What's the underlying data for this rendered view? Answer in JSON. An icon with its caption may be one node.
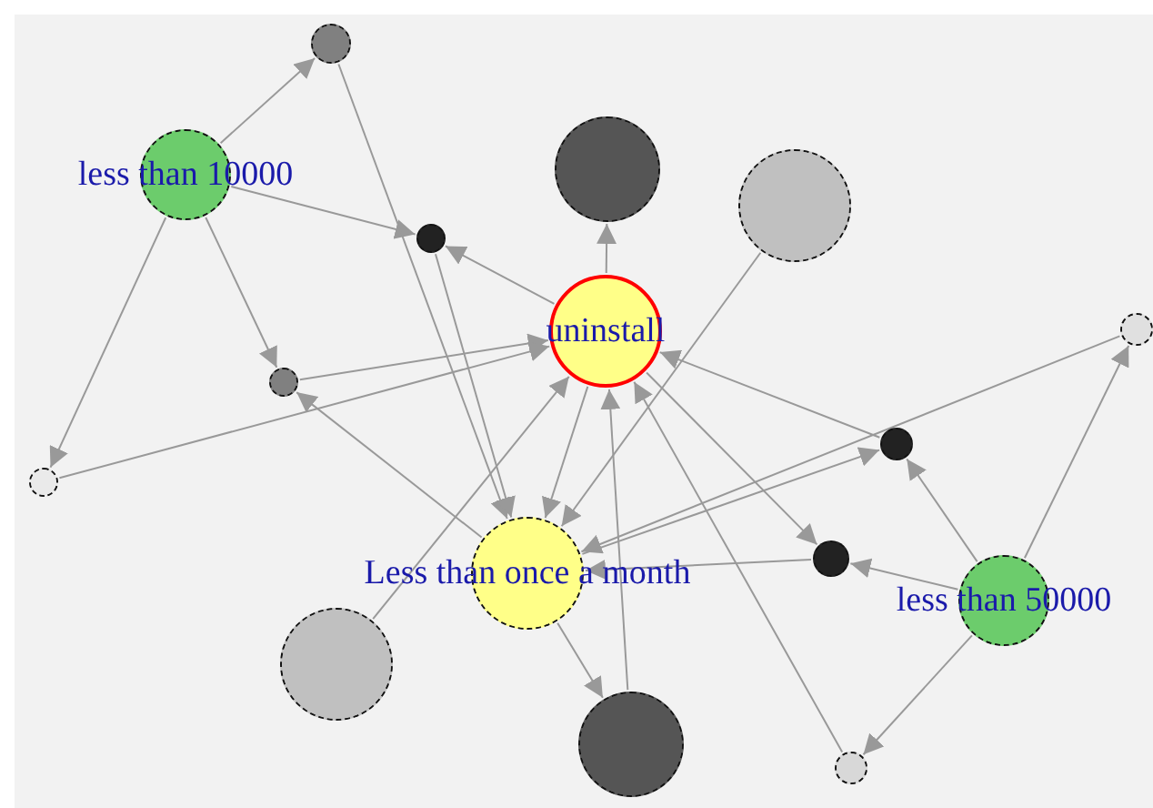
{
  "diagram": {
    "nodes": [
      {
        "text": [
          "less than 10000"
        ]
      },
      {
        "text": [],
        "shape": "circle"
      },
      {
        "text": [],
        "shape": "circle"
      },
      {
        "text": [],
        "shape": "circle"
      },
      {
        "text": [],
        "shape": "circle"
      },
      {
        "text": [
          "uninstall"
        ]
      },
      {
        "text": [],
        "shape": "circle"
      },
      {
        "text": [],
        "shape": "circle"
      },
      {
        "text": [],
        "shape": "circle"
      },
      {
        "text": [],
        "shape": "circle"
      },
      {
        "text": [
          "Less than once a month"
        ]
      },
      {
        "text": [],
        "shape": "circle"
      },
      {
        "text": [
          "less than 50000"
        ]
      },
      {
        "text": [],
        "shape": "circle"
      },
      {
        "text": [],
        "shape": "circle"
      },
      {
        "text": [],
        "shape": "circle"
      }
    ],
    "edges": [
      {
        "from": 0,
        "to": 1,
        "arrow": "to"
      },
      {
        "from": 0,
        "to": 4,
        "arrow": "to"
      },
      {
        "from": 0,
        "to": 6,
        "arrow": "to"
      },
      {
        "from": 0,
        "to": 9,
        "arrow": "to"
      },
      {
        "from": 1,
        "to": 10,
        "arrow": "to"
      },
      {
        "from": 4,
        "to": 10,
        "arrow": "to"
      },
      {
        "from": 5,
        "to": 4,
        "arrow": "to"
      },
      {
        "from": 5,
        "to": 2,
        "arrow": "to"
      },
      {
        "from": 6,
        "to": 5,
        "arrow": "to"
      },
      {
        "from": 9,
        "to": 5,
        "arrow": "to"
      },
      {
        "from": 10,
        "to": 6,
        "arrow": "to"
      },
      {
        "from": 3,
        "to": 10,
        "arrow": "to"
      },
      {
        "from": 5,
        "to": 10,
        "arrow": "to"
      },
      {
        "from": 13,
        "to": 5,
        "arrow": "to"
      },
      {
        "from": 14,
        "to": 5,
        "arrow": "to"
      },
      {
        "from": 15,
        "to": 5,
        "arrow": "to"
      },
      {
        "from": 10,
        "to": 14,
        "arrow": "to"
      },
      {
        "from": 8,
        "to": 5,
        "arrow": "to"
      },
      {
        "from": 5,
        "to": 11,
        "arrow": "to"
      },
      {
        "from": 11,
        "to": 10,
        "arrow": "to"
      },
      {
        "from": 7,
        "to": 10,
        "arrow": "to"
      },
      {
        "from": 10,
        "to": 8,
        "arrow": "to"
      },
      {
        "from": 12,
        "to": 8,
        "arrow": "to"
      },
      {
        "from": 12,
        "to": 11,
        "arrow": "to"
      },
      {
        "from": 12,
        "to": 7,
        "arrow": "to"
      },
      {
        "from": 12,
        "to": 15,
        "arrow": "to"
      }
    ]
  }
}
